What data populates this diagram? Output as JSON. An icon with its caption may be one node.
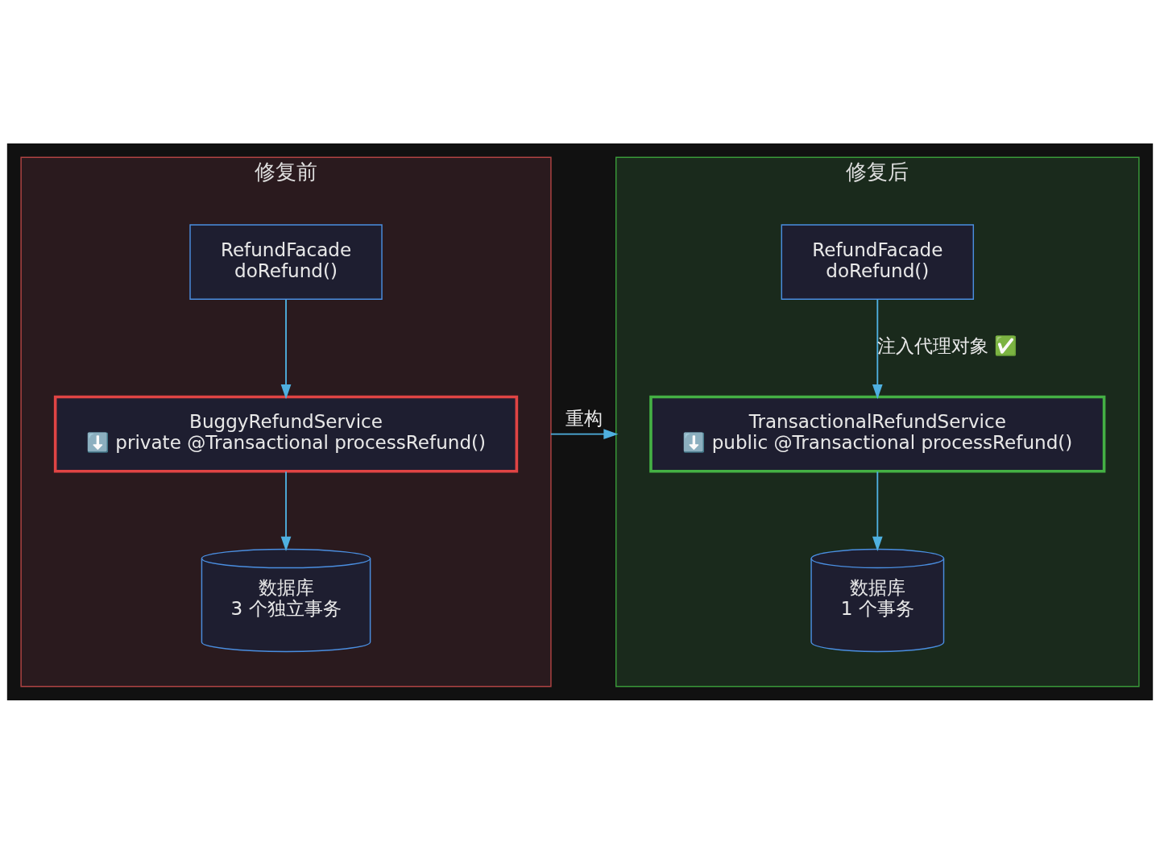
{
  "diagram": {
    "nodes": [
      {
        "text": [
          "修复前"
        ]
      },
      {
        "text": [
          "RefundFacade",
          "doRefund()"
        ],
        "in": 0
      },
      {
        "text": [
          "BuggyRefundService",
          "⬇️ private @Transactional processRefund()"
        ],
        "in": 0
      },
      {
        "text": [
          "数据库",
          "3 个独立事务"
        ],
        "in": 0
      },
      {
        "text": [
          "修复后"
        ]
      },
      {
        "text": [
          "RefundFacade",
          "doRefund()"
        ],
        "in": 4
      },
      {
        "text": [
          "TransactionalRefundService",
          "⬇️ public @Transactional processRefund()"
        ],
        "in": 4
      },
      {
        "text": [
          "数据库",
          "1 个事务"
        ],
        "in": 4
      }
    ],
    "edges": [
      {
        "from": 1,
        "to": 2,
        "arrow": "to"
      },
      {
        "from": 2,
        "to": 3,
        "arrow": "to"
      },
      {
        "from": 0,
        "to": 4,
        "arrow": "to",
        "label": "重构"
      },
      {
        "from": 5,
        "to": 6,
        "arrow": "to",
        "label": "注入代理对象 ✅"
      },
      {
        "from": 6,
        "to": 7,
        "arrow": "to"
      }
    ]
  }
}
